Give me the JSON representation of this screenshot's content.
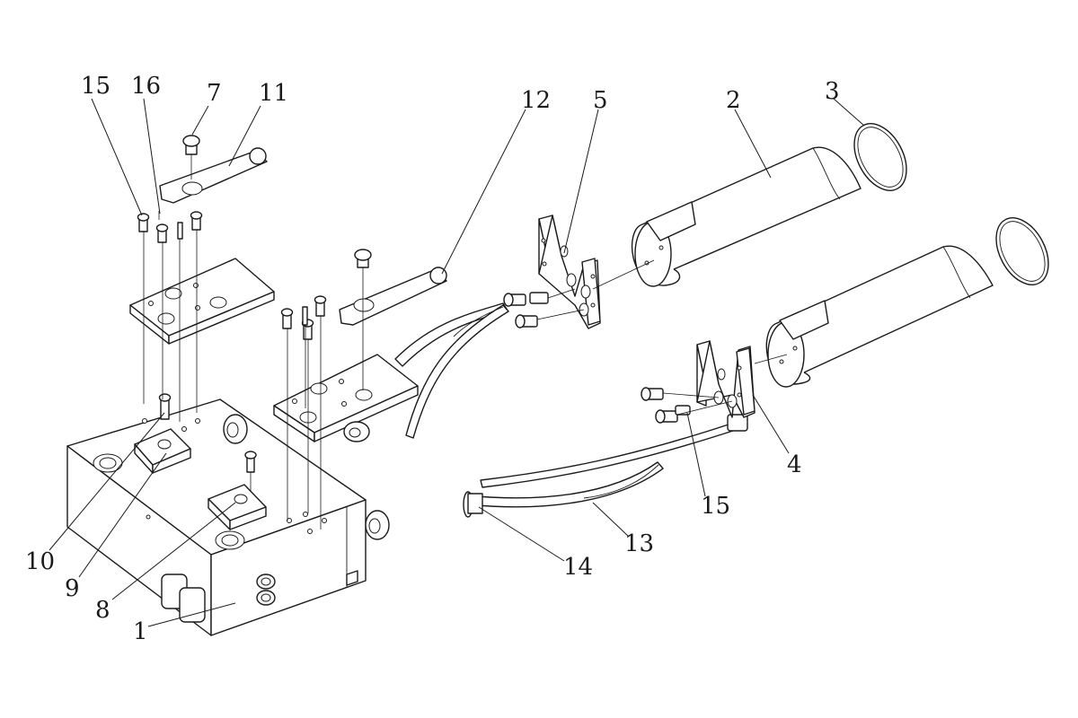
{
  "diagram": {
    "callouts": [
      {
        "id": "c15a",
        "label": "15"
      },
      {
        "id": "c16",
        "label": "16"
      },
      {
        "id": "c7",
        "label": "7"
      },
      {
        "id": "c11",
        "label": "11"
      },
      {
        "id": "c12",
        "label": "12"
      },
      {
        "id": "c5",
        "label": "5"
      },
      {
        "id": "c2",
        "label": "2"
      },
      {
        "id": "c3",
        "label": "3"
      },
      {
        "id": "c4",
        "label": "4"
      },
      {
        "id": "c15b",
        "label": "15"
      },
      {
        "id": "c13",
        "label": "13"
      },
      {
        "id": "c14",
        "label": "14"
      },
      {
        "id": "c10",
        "label": "10"
      },
      {
        "id": "c9",
        "label": "9"
      },
      {
        "id": "c8",
        "label": "8"
      },
      {
        "id": "c1",
        "label": "1"
      }
    ]
  }
}
